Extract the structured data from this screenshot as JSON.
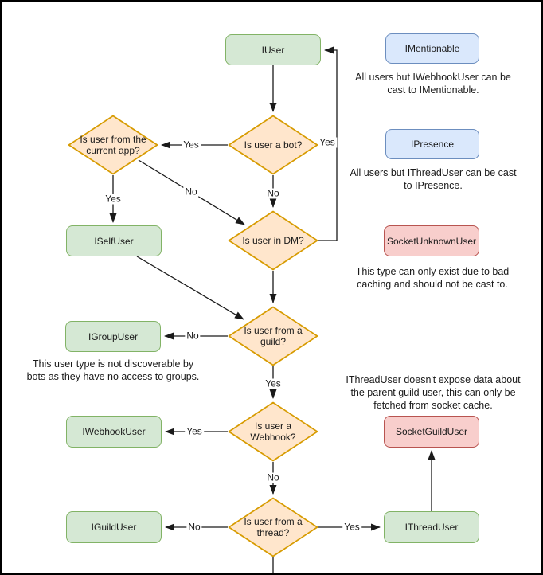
{
  "nodes": {
    "iuser": "IUser",
    "imentionable": "IMentionable",
    "ipresence": "IPresence",
    "socket_unknown_user": "SocketUnknownUser",
    "iself_user": "ISelfUser",
    "igroup_user": "IGroupUser",
    "iwebhook_user": "IWebhookUser",
    "socket_guild_user": "SocketGuildUser",
    "iguild_user": "IGuildUser",
    "ithread_user": "IThreadUser"
  },
  "decisions": {
    "is_bot": "Is user a bot?",
    "from_current_app": "Is user from the current app?",
    "in_dm": "Is user in DM?",
    "from_guild": "Is user from a guild?",
    "is_webhook": "Is user a Webhook?",
    "from_thread": "Is user from a thread?"
  },
  "annotations": {
    "imentionable": "All users but IWebhookUser can be cast to IMentionable.",
    "ipresence": "All users but IThreadUser can be cast to IPresence.",
    "socket_unknown": "This type can only exist due to bad caching and should not be cast to.",
    "igroup": "This user type is not discoverable by bots as they have no access to groups.",
    "ithread": "IThreadUser doesn't expose data about the parent guild user, this can only be fetched from socket cache."
  },
  "edge_labels": {
    "yes": "Yes",
    "no": "No"
  },
  "colors": {
    "class_fill": "#d5e8d4",
    "class_stroke": "#82b366",
    "decision_fill": "#ffe6cc",
    "decision_stroke": "#d79b00",
    "interface_fill": "#dae8fc",
    "interface_stroke": "#6c8ebf",
    "warning_fill": "#f8cecc",
    "warning_stroke": "#b85450",
    "edge": "#1a1a1a",
    "background": "#ffffff"
  }
}
